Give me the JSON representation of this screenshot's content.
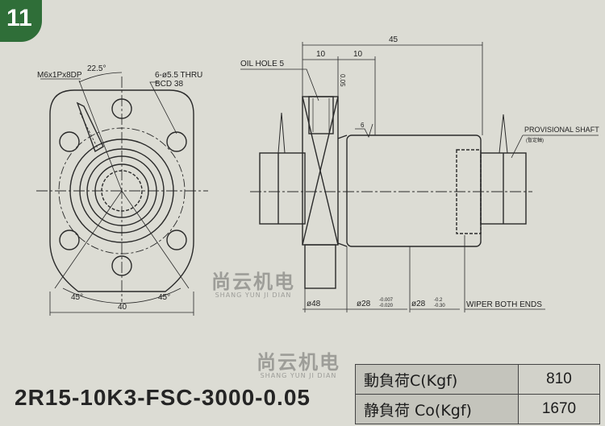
{
  "page_number": "11",
  "front_view": {
    "thread_note": "M6x1Px8DP",
    "angle_top": "22.5°",
    "holes_note_line1": "6-ø5.5 THRU",
    "holes_note_line2": "BCD 38",
    "angle_left": "45°",
    "angle_right": "45°",
    "width": "40"
  },
  "side_view": {
    "overall_length": "45",
    "dim_a": "10",
    "dim_b": "10",
    "oil_hole": "OIL HOLE 5",
    "tolerance_top": "0.05",
    "surface_mark": "6",
    "provisional_shaft": "PROVISIONAL SHAFT",
    "provisional_sub": "(暫定軸)",
    "dia_flange": "ø48",
    "dia_body_a": "ø28",
    "dia_body_a_tol_upper": "-0.007",
    "dia_body_a_tol_lower": "-0.020",
    "dia_body_b": "ø28",
    "dia_body_b_tol_upper": "-0.2",
    "dia_body_b_tol_lower": "-0.30",
    "wiper": "WIPER BOTH ENDS"
  },
  "watermark": {
    "cn": "尚云机电",
    "en": "SHANG YUN JI DIAN"
  },
  "model_number": "2R15-10K3-FSC-3000-0.05",
  "load_table": [
    {
      "label": "動負荷C(Kgf)",
      "value": "810"
    },
    {
      "label": "静負荷 Co(Kgf)",
      "value": "1670"
    }
  ],
  "colors": {
    "badge": "#2f6e38",
    "paper": "#dcdcd4",
    "line": "#2a2a2a"
  }
}
